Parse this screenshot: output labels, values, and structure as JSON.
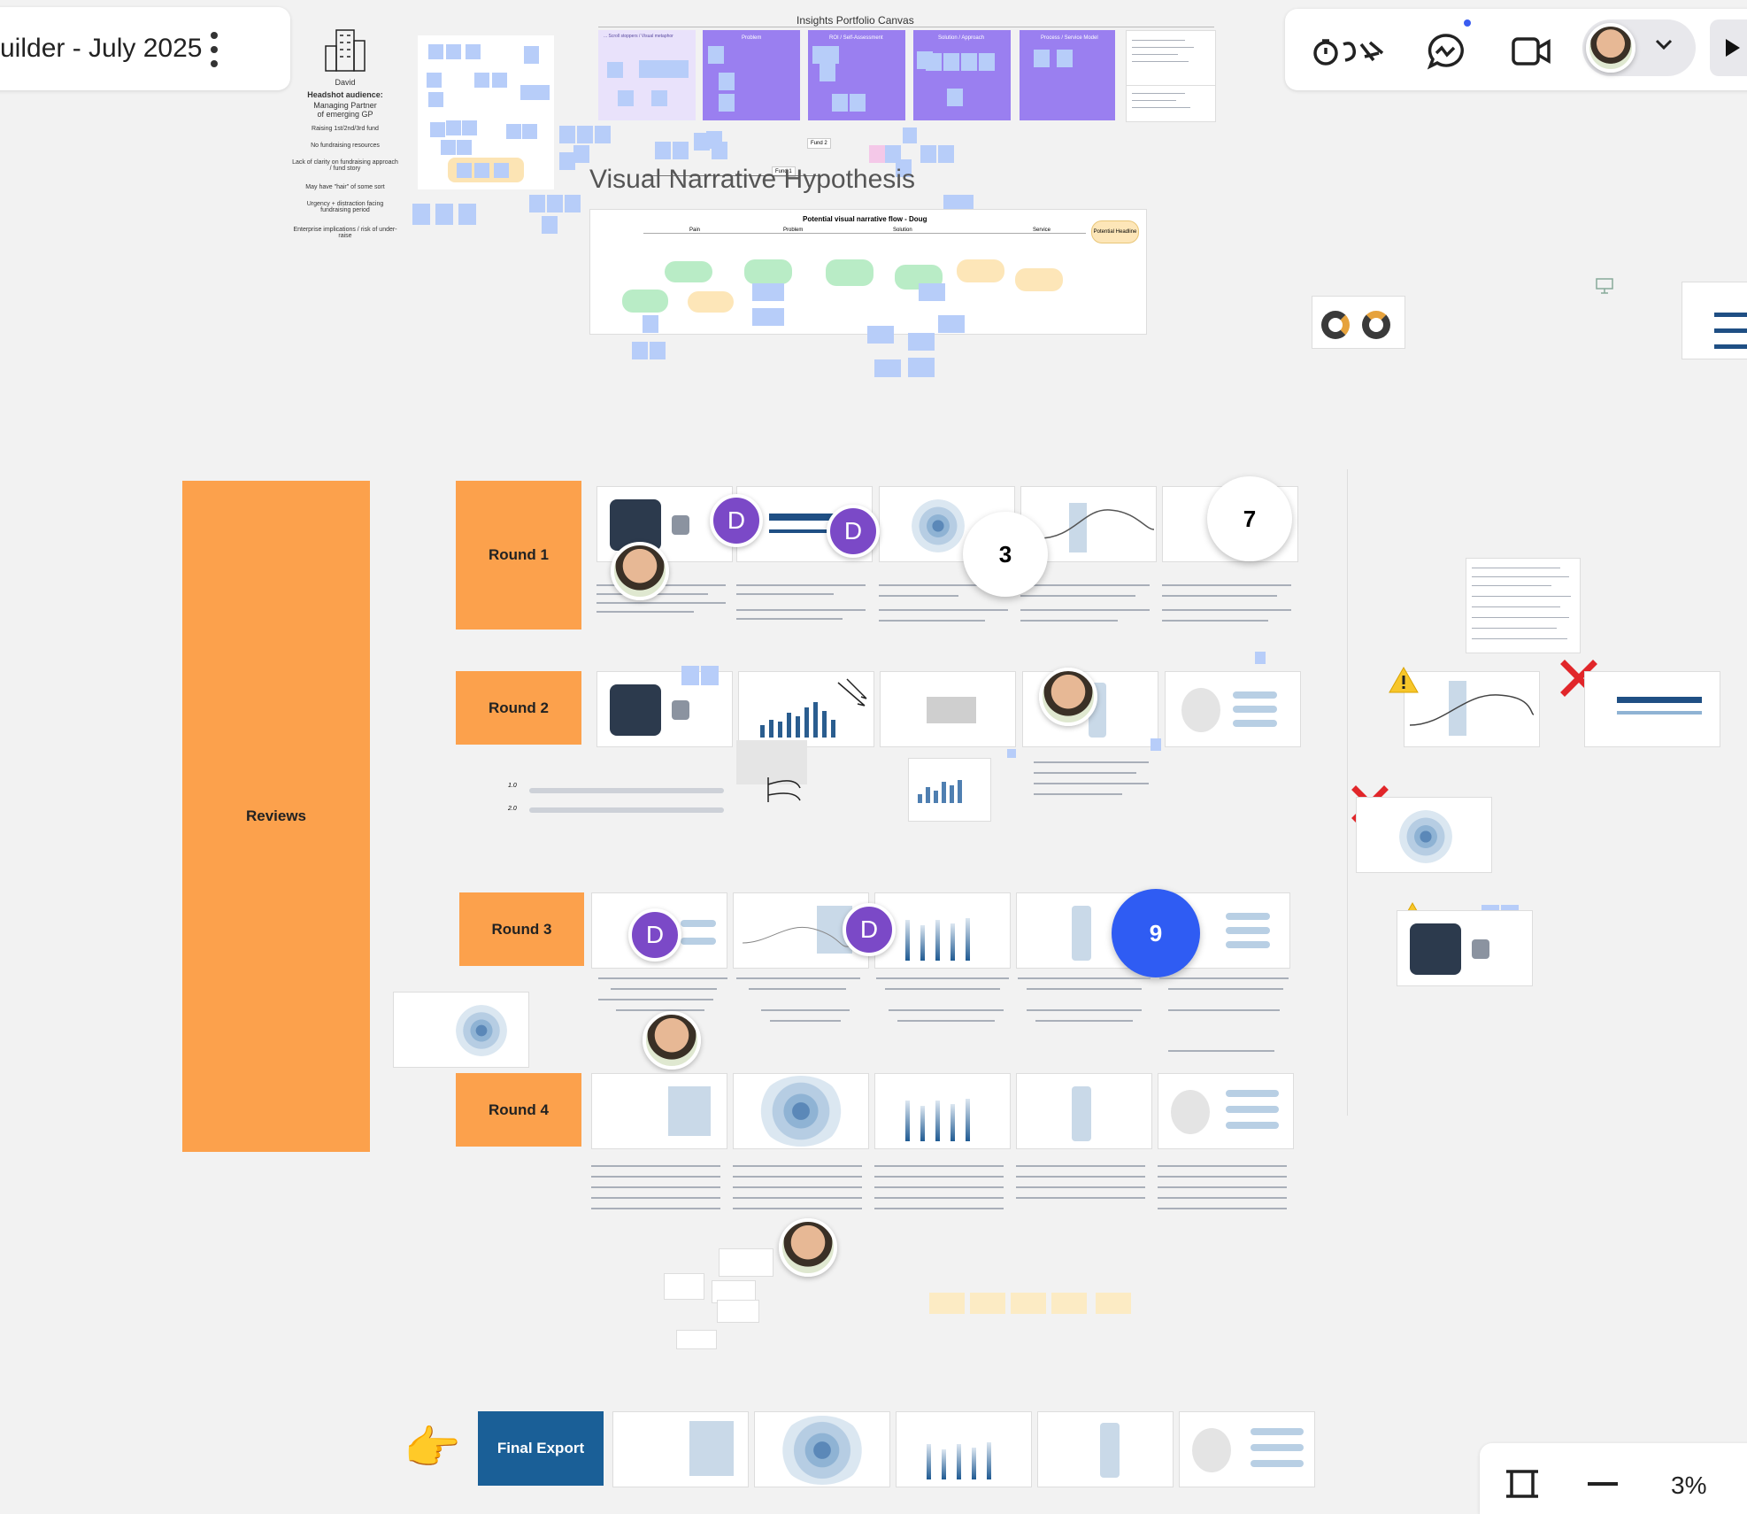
{
  "header": {
    "board_title": "uilder - July 2025",
    "menu_icon": "more-vertical-icon"
  },
  "toolbar_right": {
    "reactions_icon": "reactions-icon",
    "chat_icon": "chat-icon",
    "video_icon": "video-camera-icon",
    "play_icon": "play-icon"
  },
  "canvas": {
    "insights_title": "Insights Portfolio Canvas",
    "visual_narrative_title": "Visual Narrative Hypothesis",
    "flow_title": "Potential visual narrative flow - Doug",
    "flow_columns": [
      "Pain",
      "Problem",
      "Solution",
      "Service"
    ],
    "flow_potential": "Potential Headline",
    "persona": {
      "name": "David",
      "heading": "Headshot audience:",
      "subheading": "Managing Partner of emerging GP",
      "points": [
        "Raising 1st/2nd/3rd fund",
        "No fundraising resources",
        "Lack of clarity on fundraising approach / fund story",
        "May have \"hair\" of some sort",
        "Urgency + distraction facing fundraising period",
        "Enterprise implications / risk of under-raise"
      ]
    },
    "purple_headers": [
      "Problem",
      "ROI / Self-Assessment",
      "Solution / Approach",
      "Process / Service Model"
    ],
    "lavender_header": "... Scroll stoppers / Visual metaphor",
    "fund_labels": [
      "Fund 2",
      "Fund 1"
    ],
    "reviews_label": "Reviews",
    "rounds": [
      "Round 1",
      "Round 2",
      "Round 3",
      "Round 4"
    ],
    "final_export_label": "Final Export",
    "comment_counts": [
      "3",
      "7",
      "9"
    ],
    "d_badge": "D",
    "axis_labels": [
      "1.0",
      "2.0"
    ]
  },
  "zoom": {
    "level": "3%",
    "fit_icon": "fit-to-screen-icon",
    "zoom_out_icon": "minus-icon"
  }
}
